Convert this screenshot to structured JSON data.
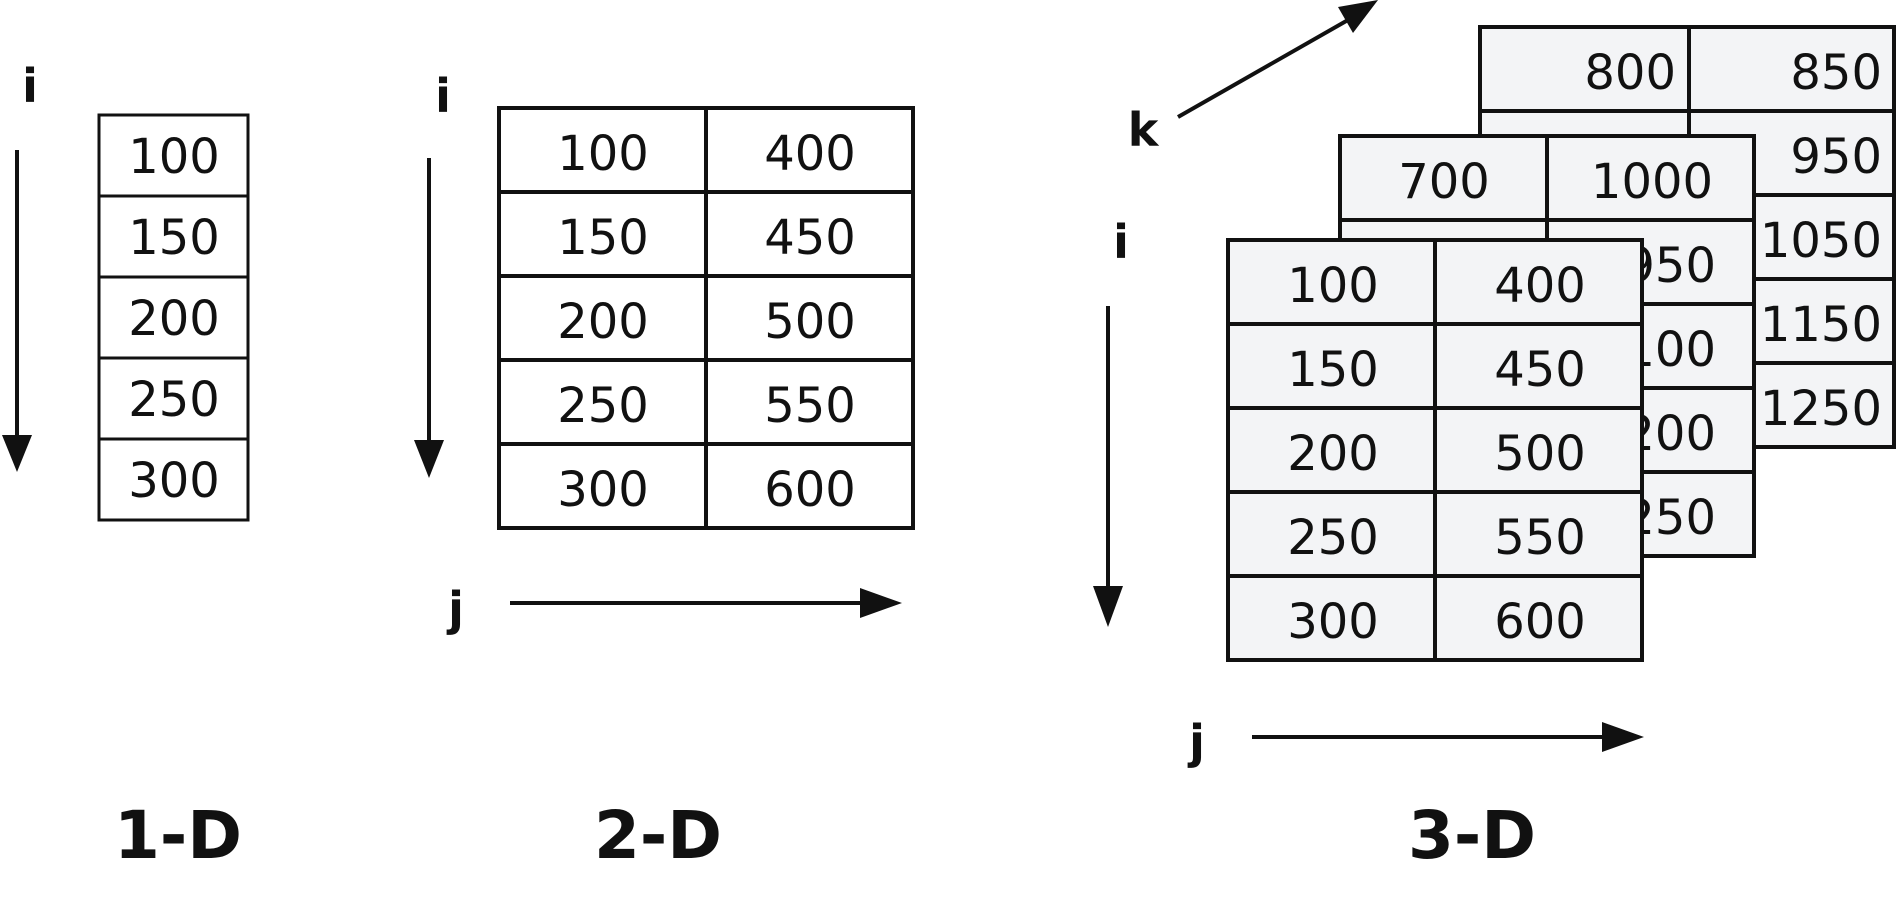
{
  "panels": [
    {
      "title": "1-D",
      "axis_i": "i",
      "values": [
        "100",
        "150",
        "200",
        "250",
        "300"
      ]
    },
    {
      "title": "2-D",
      "axis_i": "i",
      "axis_j": "j",
      "rows": [
        [
          "100",
          "400"
        ],
        [
          "150",
          "450"
        ],
        [
          "200",
          "500"
        ],
        [
          "250",
          "550"
        ],
        [
          "300",
          "600"
        ]
      ]
    },
    {
      "title": "3-D",
      "axis_i": "i",
      "axis_j": "j",
      "axis_k": "k",
      "layers": [
        {
          "rows": [
            [
              "100",
              "400"
            ],
            [
              "150",
              "450"
            ],
            [
              "200",
              "500"
            ],
            [
              "250",
              "550"
            ],
            [
              "300",
              "600"
            ]
          ]
        },
        {
          "rows": [
            [
              "700",
              "1000"
            ],
            [
              "",
              "950"
            ],
            [
              "",
              "100"
            ],
            [
              "",
              "200"
            ],
            [
              "",
              "250"
            ]
          ]
        },
        {
          "rows": [
            [
              "800",
              "850"
            ],
            [
              "",
              "950"
            ],
            [
              "",
              "1050"
            ],
            [
              "",
              "1150"
            ],
            [
              "",
              "1250"
            ]
          ]
        }
      ]
    }
  ],
  "colors": {
    "stroke": "#111111",
    "layer_fill": "#f3f4f6",
    "plain_fill": "#ffffff"
  }
}
